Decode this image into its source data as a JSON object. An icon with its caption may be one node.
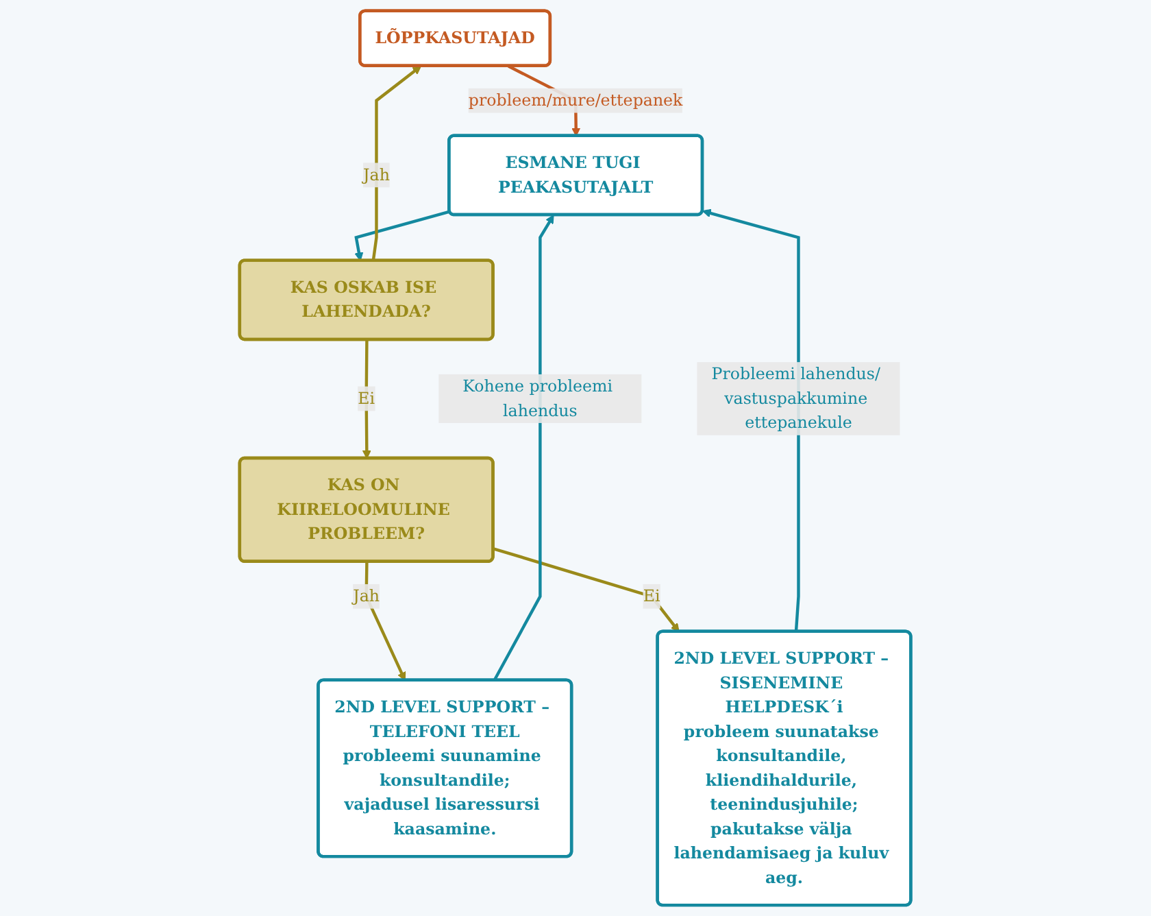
{
  "diagram": {
    "nodes": [
      {
        "text": [
          "LÕPPKASUTAJAD"
        ]
      },
      {
        "text": [
          "ESMANE TUGI PEAKASUTAJALT"
        ]
      },
      {
        "text": [
          "KAS OSKAB ISE LAHENDADA?"
        ]
      },
      {
        "text": [
          "KAS ON KIIRELOOMULINE PROBLEEM?"
        ]
      },
      {
        "text": [
          "2ND LEVEL SUPPORT – TELEFONI TEEL",
          "probleemi suunamine konsultandile;",
          "vajadusel lisaressursi kaasamine."
        ]
      },
      {
        "text": [
          "2ND LEVEL SUPPORT – SISENEMINE HELPDESK´i",
          "probleem suunatakse konsultandile, kliendihaldurile, teenindusjuhile;",
          "pakutakse välja lahendamisaeg ja kuluv aeg."
        ]
      }
    ],
    "edges": [
      {
        "from": 0,
        "to": 1,
        "arrow": "to",
        "label": "probleem/mure/ettepanek",
        "color": "#c45a22"
      },
      {
        "from": 1,
        "to": 2,
        "arrow": "to",
        "color": "#14899f"
      },
      {
        "from": 2,
        "to": 0,
        "arrow": "to",
        "label": "Jah"
      },
      {
        "from": 2,
        "to": 3,
        "arrow": "to",
        "label": "Ei"
      },
      {
        "from": 3,
        "to": 4,
        "arrow": "to",
        "label": "Jah"
      },
      {
        "from": 3,
        "to": 5,
        "arrow": "to",
        "label": "Ei"
      },
      {
        "from": 4,
        "to": 1,
        "arrow": "to",
        "label": "Kohene probleemi lahendus",
        "color": "#14899f"
      },
      {
        "from": 5,
        "to": 1,
        "arrow": "to",
        "label": "Probleemi lahendus/ vastuspakkumine ettepanekule",
        "color": "#14899f"
      }
    ]
  }
}
